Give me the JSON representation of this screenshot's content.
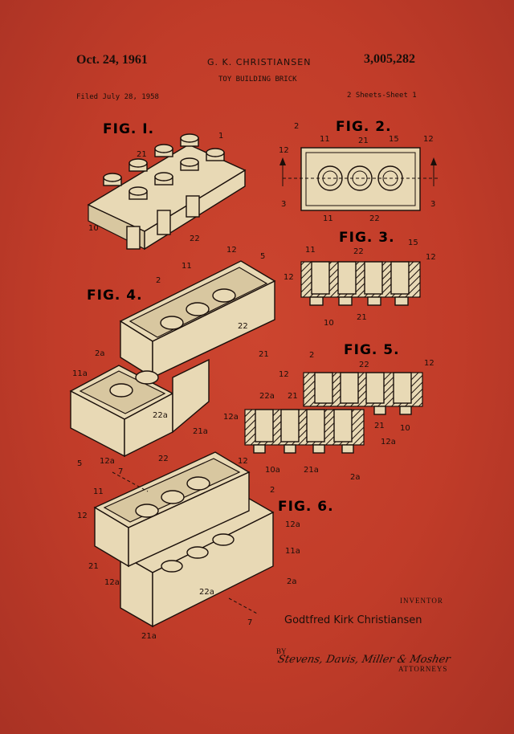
{
  "header": {
    "date": "Oct. 24, 1961",
    "inventor": "G. K. CHRISTIANSEN",
    "patent_number": "3,005,282",
    "title": "TOY BUILDING BRICK",
    "filed": "Filed July 28, 1958",
    "sheets": "2 Sheets-Sheet 1"
  },
  "figures": {
    "fig1": "FIG. I.",
    "fig2": "FIG. 2.",
    "fig3": "FIG. 3.",
    "fig4": "FIG. 4.",
    "fig5": "FIG. 5.",
    "fig6": "FIG. 6."
  },
  "labels": {
    "fig1": [
      "1",
      "21",
      "10",
      "22"
    ],
    "fig2": [
      "2",
      "11",
      "21",
      "15",
      "12",
      "12",
      "3",
      "3",
      "11",
      "22"
    ],
    "fig3": [
      "11",
      "22",
      "15",
      "12",
      "12",
      "10",
      "21"
    ],
    "fig4": [
      "12",
      "5",
      "11",
      "2",
      "22",
      "21",
      "2a",
      "11a",
      "22a",
      "21a",
      "12a",
      "5"
    ],
    "fig5": [
      "2",
      "22",
      "12",
      "12",
      "22a",
      "21",
      "12a",
      "21",
      "10",
      "12a",
      "10a",
      "21a",
      "2a"
    ],
    "fig6": [
      "7",
      "22",
      "12",
      "11",
      "2",
      "12",
      "12a",
      "11a",
      "21",
      "12a",
      "22a",
      "2a",
      "7",
      "21a"
    ]
  },
  "footer": {
    "inventor_label": "INVENTOR",
    "inventor_name": "Godtfred Kirk Christiansen",
    "by": "BY",
    "signature": "Stevens, Davis, Miller & Mosher",
    "attorneys": "ATTORNEYS"
  },
  "colors": {
    "background": "#c03b28",
    "ink": "#1a0f0a",
    "brick": "#e8d9b5"
  }
}
